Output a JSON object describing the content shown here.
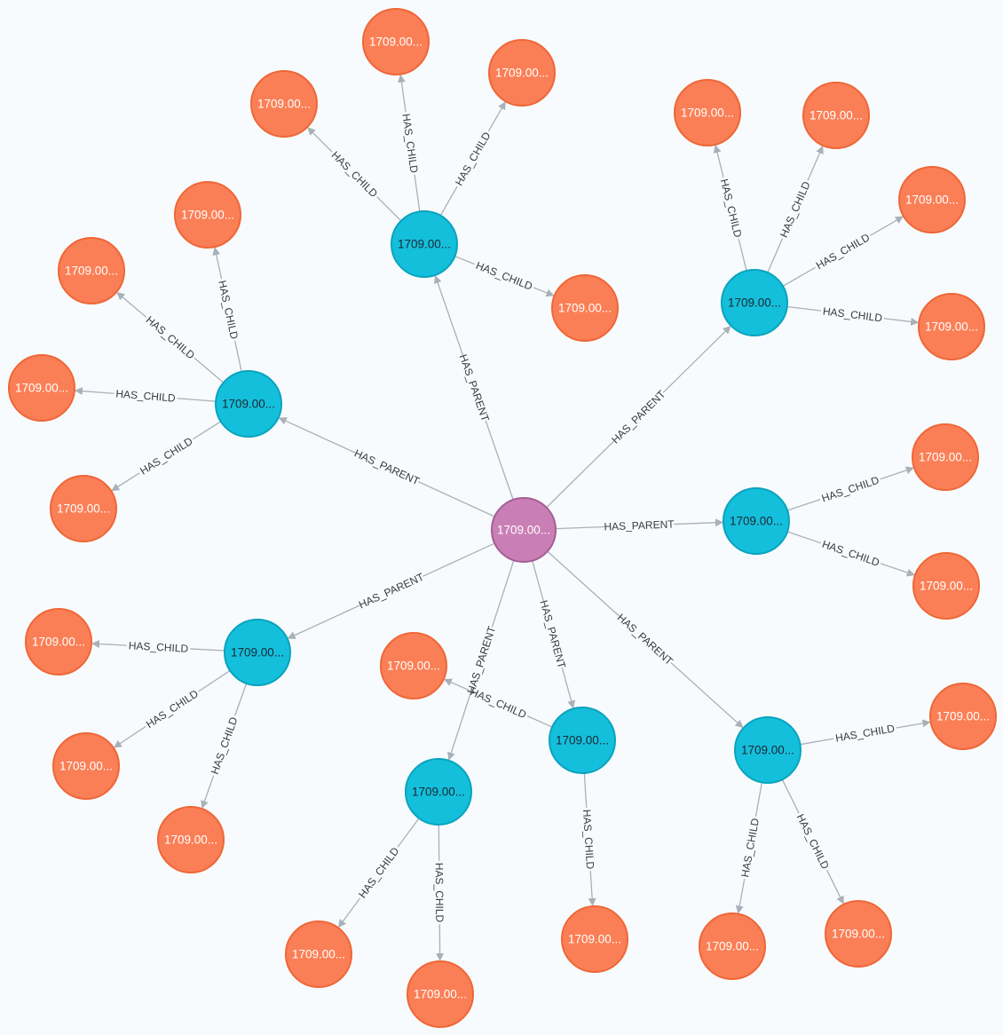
{
  "colors": {
    "background": "#f7fbfd",
    "root_fill": "#c97fb6",
    "root_stroke": "#a45e95",
    "parent_fill": "#14bfdc",
    "parent_stroke": "#0aa3bd",
    "child_fill": "#fb7f56",
    "child_stroke": "#ef6637",
    "edge": "#a9b0b8",
    "edge_label": "#3a3a3a"
  },
  "graph": {
    "nodes": [
      {
        "id": "root",
        "group": "root",
        "label": "1709.00..."
      },
      {
        "id": "p1",
        "group": "parent",
        "label": "1709.00..."
      },
      {
        "id": "p2",
        "group": "parent",
        "label": "1709.00..."
      },
      {
        "id": "p3",
        "group": "parent",
        "label": "1709.00..."
      },
      {
        "id": "p4",
        "group": "parent",
        "label": "1709.00..."
      },
      {
        "id": "p5",
        "group": "parent",
        "label": "1709.00..."
      },
      {
        "id": "p6",
        "group": "parent",
        "label": "1709.00..."
      },
      {
        "id": "p7",
        "group": "parent",
        "label": "1709.00..."
      },
      {
        "id": "p8",
        "group": "parent",
        "label": "1709.00..."
      },
      {
        "id": "c1",
        "group": "child",
        "label": "1709.00..."
      },
      {
        "id": "c2",
        "group": "child",
        "label": "1709.00..."
      },
      {
        "id": "c3",
        "group": "child",
        "label": "1709.00..."
      },
      {
        "id": "c4",
        "group": "child",
        "label": "1709.00..."
      },
      {
        "id": "c5",
        "group": "child",
        "label": "1709.00..."
      },
      {
        "id": "c6",
        "group": "child",
        "label": "1709.00..."
      },
      {
        "id": "c7",
        "group": "child",
        "label": "1709.00..."
      },
      {
        "id": "c8",
        "group": "child",
        "label": "1709.00..."
      },
      {
        "id": "c9",
        "group": "child",
        "label": "1709.00..."
      },
      {
        "id": "c10",
        "group": "child",
        "label": "1709.00..."
      },
      {
        "id": "c11",
        "group": "child",
        "label": "1709.00..."
      },
      {
        "id": "c12",
        "group": "child",
        "label": "1709.00..."
      },
      {
        "id": "c13",
        "group": "child",
        "label": "1709.00..."
      },
      {
        "id": "c14",
        "group": "child",
        "label": "1709.00..."
      },
      {
        "id": "c15",
        "group": "child",
        "label": "1709.00..."
      },
      {
        "id": "c16",
        "group": "child",
        "label": "1709.00..."
      },
      {
        "id": "c17",
        "group": "child",
        "label": "1709.00..."
      },
      {
        "id": "c18",
        "group": "child",
        "label": "1709.00..."
      },
      {
        "id": "c19",
        "group": "child",
        "label": "1709.00..."
      },
      {
        "id": "c20",
        "group": "child",
        "label": "1709.00..."
      },
      {
        "id": "c21",
        "group": "child",
        "label": "1709.00..."
      },
      {
        "id": "c22",
        "group": "child",
        "label": "1709.00..."
      },
      {
        "id": "c23",
        "group": "child",
        "label": "1709.00..."
      },
      {
        "id": "c24",
        "group": "child",
        "label": "1709.00..."
      }
    ],
    "edges": [
      {
        "from": "root",
        "to": "p1",
        "label": "HAS_PARENT"
      },
      {
        "from": "root",
        "to": "p2",
        "label": "HAS_PARENT"
      },
      {
        "from": "root",
        "to": "p3",
        "label": "HAS_PARENT"
      },
      {
        "from": "root",
        "to": "p4",
        "label": "HAS_PARENT"
      },
      {
        "from": "root",
        "to": "p5",
        "label": "HAS_PARENT"
      },
      {
        "from": "root",
        "to": "p6",
        "label": "HAS_PARENT"
      },
      {
        "from": "root",
        "to": "p7",
        "label": "HAS_PARENT"
      },
      {
        "from": "root",
        "to": "p8",
        "label": "HAS_PARENT"
      },
      {
        "from": "p1",
        "to": "c1",
        "label": "HAS_CHILD"
      },
      {
        "from": "p1",
        "to": "c2",
        "label": "HAS_CHILD"
      },
      {
        "from": "p1",
        "to": "c3",
        "label": "HAS_CHILD"
      },
      {
        "from": "p1",
        "to": "c4",
        "label": "HAS_CHILD"
      },
      {
        "from": "p2",
        "to": "c5",
        "label": "HAS_CHILD"
      },
      {
        "from": "p2",
        "to": "c6",
        "label": "HAS_CHILD"
      },
      {
        "from": "p2",
        "to": "c7",
        "label": "HAS_CHILD"
      },
      {
        "from": "p2",
        "to": "c8",
        "label": "HAS_CHILD"
      },
      {
        "from": "p3",
        "to": "c9",
        "label": "HAS_CHILD"
      },
      {
        "from": "p3",
        "to": "c10",
        "label": "HAS_CHILD"
      },
      {
        "from": "p3",
        "to": "c11",
        "label": "HAS_CHILD"
      },
      {
        "from": "p3",
        "to": "c12",
        "label": "HAS_CHILD"
      },
      {
        "from": "p4",
        "to": "c13",
        "label": "HAS_CHILD"
      },
      {
        "from": "p4",
        "to": "c14",
        "label": "HAS_CHILD"
      },
      {
        "from": "p5",
        "to": "c15",
        "label": "HAS_CHILD"
      },
      {
        "from": "p5",
        "to": "c16",
        "label": "HAS_CHILD"
      },
      {
        "from": "p5",
        "to": "c17",
        "label": "HAS_CHILD"
      },
      {
        "from": "p6",
        "to": "c18",
        "label": "HAS_CHILD"
      },
      {
        "from": "p6",
        "to": "c19",
        "label": "HAS_CHILD"
      },
      {
        "from": "p7",
        "to": "c20",
        "label": "HAS_CHILD"
      },
      {
        "from": "p7",
        "to": "c21",
        "label": "HAS_CHILD"
      },
      {
        "from": "p8",
        "to": "c22",
        "label": "HAS_CHILD"
      },
      {
        "from": "p8",
        "to": "c23",
        "label": "HAS_CHILD"
      },
      {
        "from": "p8",
        "to": "c24",
        "label": "HAS_CHILD"
      }
    ]
  }
}
